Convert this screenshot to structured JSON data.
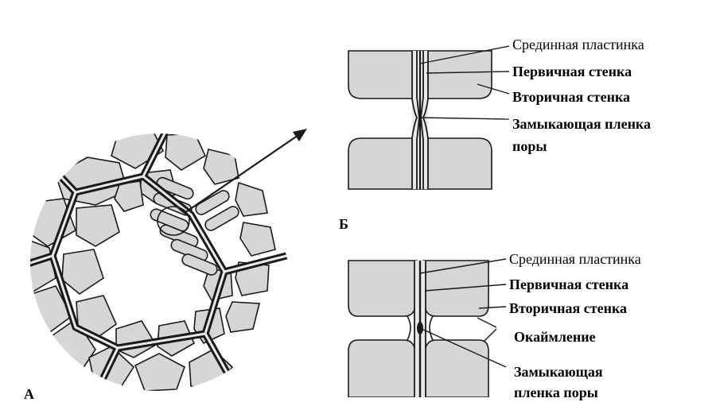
{
  "panel_a": {
    "letter": "А"
  },
  "panel_b": {
    "letter": "Б",
    "labels": [
      "Срединная пластинка",
      "Первичная стенка",
      "Вторичная стенка",
      "Замыкающая пленка",
      "поры"
    ]
  },
  "panel_c": {
    "labels": [
      "Срединная пластинка",
      "Первичная стенка",
      "Вторичная стенка",
      "Окаймление",
      "Замыкающая",
      "пленка поры"
    ]
  },
  "colors": {
    "cell_fill": "#d6d6d6",
    "wall_fill": "#e9e9e9",
    "line": "#1a1a1a"
  }
}
